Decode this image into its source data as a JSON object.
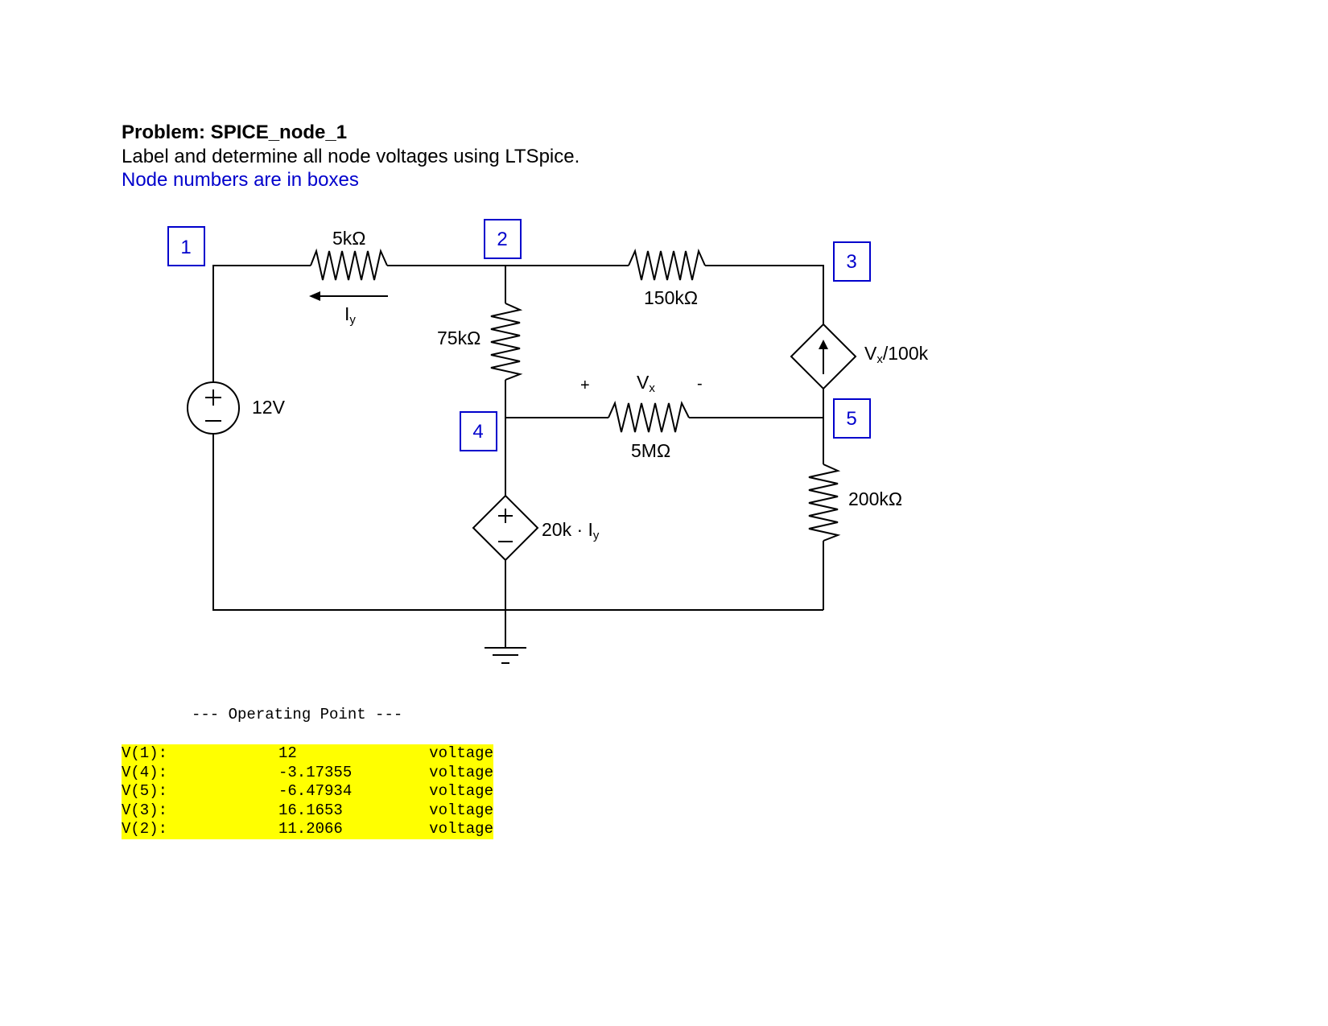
{
  "header": {
    "title": "Problem:  SPICE_node_1",
    "subtitle": "Label and determine all node voltages using LTSpice.",
    "note": "Node numbers are in boxes"
  },
  "colors": {
    "node_box": "#0000cc",
    "note_text": "#0000cc",
    "highlight": "#ffff00",
    "wire": "#000000"
  },
  "circuit": {
    "nodes": [
      "1",
      "2",
      "3",
      "4",
      "5"
    ],
    "components": {
      "r_5k": "5kΩ",
      "r_150k": "150kΩ",
      "r_75k": "75kΩ",
      "r_5M": "5MΩ",
      "r_200k": "200kΩ",
      "v_source": "12V",
      "ccvs": "20k · I",
      "ccvs_sub": "y",
      "vccs": "V",
      "vccs_sub": "x",
      "vccs_tail": "/100k"
    },
    "current_label": "I",
    "current_sub": "y",
    "vx_label": "V",
    "vx_sub": "x",
    "vx_plus": "+",
    "vx_minus": "-"
  },
  "operating_point": {
    "header": "--- Operating Point ---",
    "rows": [
      {
        "name": "V(1):",
        "value": "12",
        "type": "voltage"
      },
      {
        "name": "V(4):",
        "value": "-3.17355",
        "type": "voltage"
      },
      {
        "name": "V(5):",
        "value": "-6.47934",
        "type": "voltage"
      },
      {
        "name": "V(3):",
        "value": "16.1653",
        "type": "voltage"
      },
      {
        "name": "V(2):",
        "value": "11.2066",
        "type": "voltage"
      }
    ]
  }
}
